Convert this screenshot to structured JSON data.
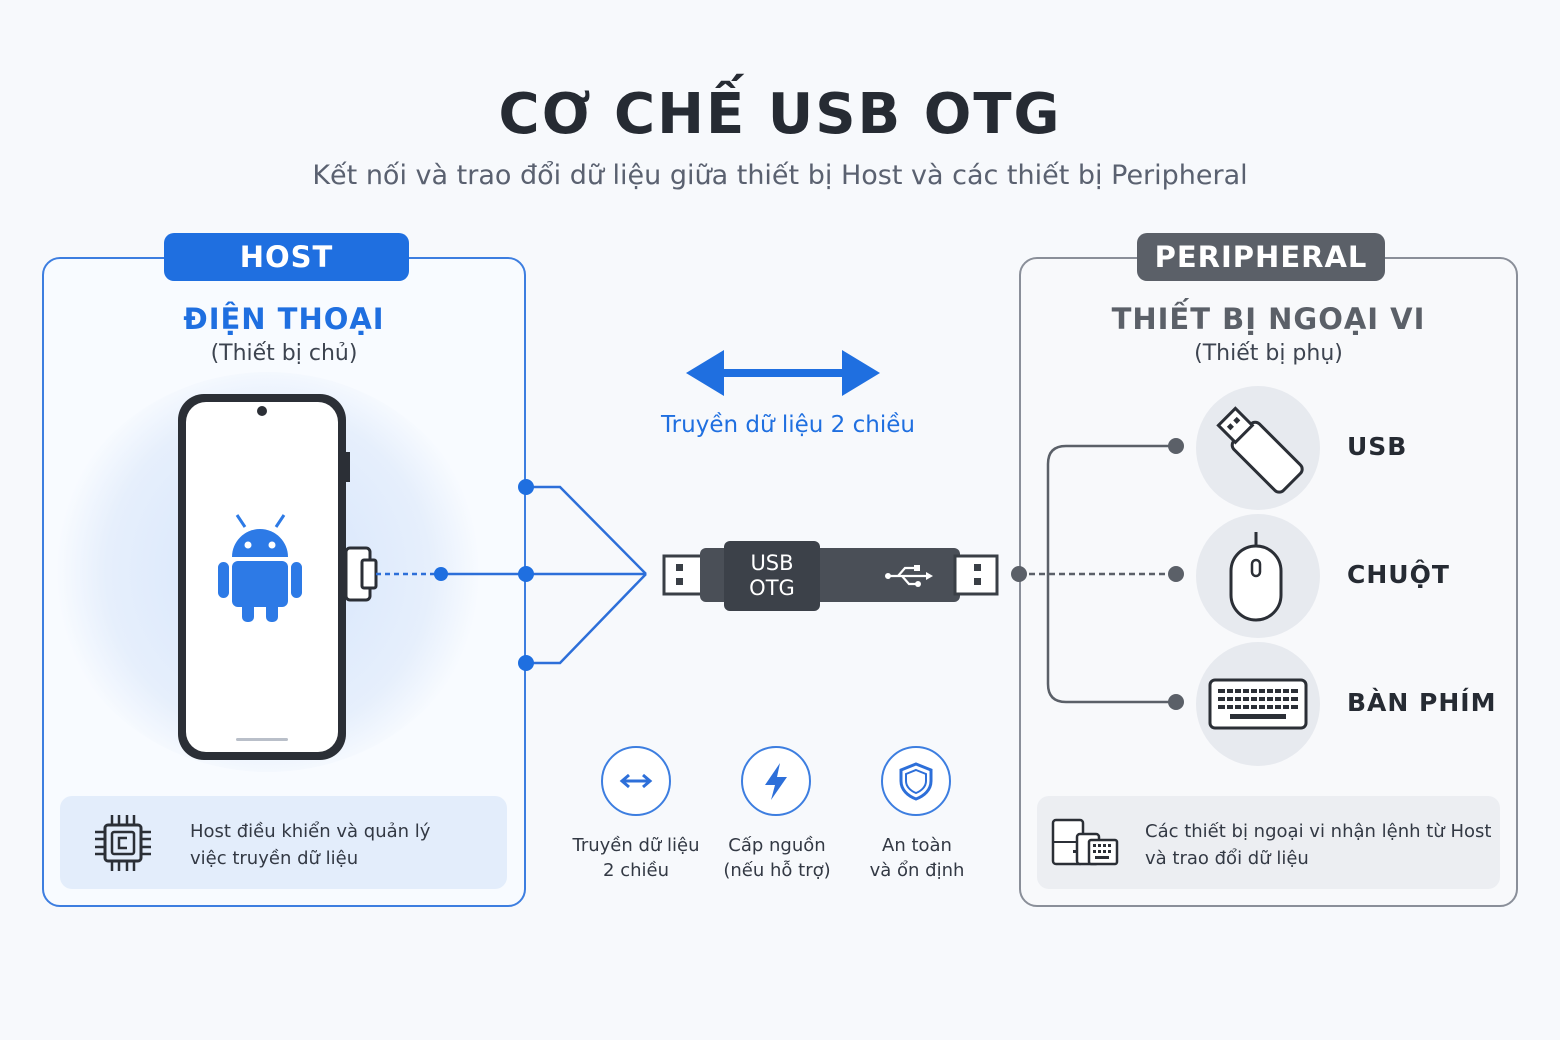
{
  "title": "CƠ CHẾ USB OTG",
  "subtitle": "Kết nối và trao đổi dữ liệu giữa thiết bị Host và các thiết bị Peripheral",
  "host": {
    "tab": "HOST",
    "heading": "ĐIỆN THOẠI",
    "sub": "(Thiết bị chủ)",
    "info_line1": "Host điều khiển và quản lý",
    "info_line2": "việc truyền dữ liệu",
    "accent": "#1f6fe0"
  },
  "peripheral": {
    "tab": "PERIPHERAL",
    "heading": "THIẾT BỊ NGOẠI VI",
    "sub": "(Thiết bị phụ)",
    "devices": [
      {
        "label": "USB",
        "icon": "usb-flash-drive-icon"
      },
      {
        "label": "CHUỘT",
        "icon": "mouse-icon"
      },
      {
        "label": "BÀN PHÍM",
        "icon": "keyboard-icon"
      }
    ],
    "info_line1": "Các thiết bị ngoại vi nhận lệnh từ Host",
    "info_line2": "và trao đổi dữ liệu",
    "accent": "#5b6068"
  },
  "center": {
    "bidir_label": "Truyền dữ liệu 2 chiều",
    "adapter_line1": "USB",
    "adapter_line2": "OTG"
  },
  "features": [
    {
      "line1": "Truyền dữ liệu",
      "line2": "2 chiều",
      "icon": "bidirectional-arrow-icon"
    },
    {
      "line1": "Cấp nguồn",
      "line2": "(nếu hỗ trợ)",
      "icon": "lightning-icon"
    },
    {
      "line1": "An toàn",
      "line2": "và ổn định",
      "icon": "shield-icon"
    }
  ]
}
